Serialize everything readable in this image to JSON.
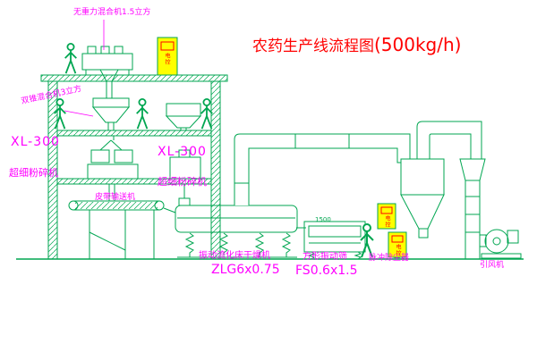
{
  "title": {
    "cn": "农药生产线流程图",
    "capacity": "(500kg/h)"
  },
  "colors": {
    "line": "#00A651",
    "label": "#FF00FF",
    "title": "#FF0000",
    "cabinet_fill": "#FFFF00",
    "cabinet_text": "#FF0000"
  },
  "labels": {
    "gravity_mixer": "无重力混合机1.5立方",
    "cone_mixer": "双锥混合机3立方",
    "mill1_model": "XL-300",
    "mill1_name": "超细粉碎机",
    "mill2_model": "XL-300",
    "mill2_name": "超细粉碎机",
    "belt_conveyor": "皮带输送机",
    "dryer_name": "振动流化床干燥机",
    "dryer_model": "ZLG6x0.75",
    "screen_name": "方形振动筛",
    "screen_model": "FS0.6x1.5",
    "dust_collector": "脉冲除尘器",
    "fan": "引风机",
    "cabinet_top": "电控",
    "cabinet_mid": "电控",
    "cabinet_low": "电控",
    "screen_dim": "1500"
  }
}
